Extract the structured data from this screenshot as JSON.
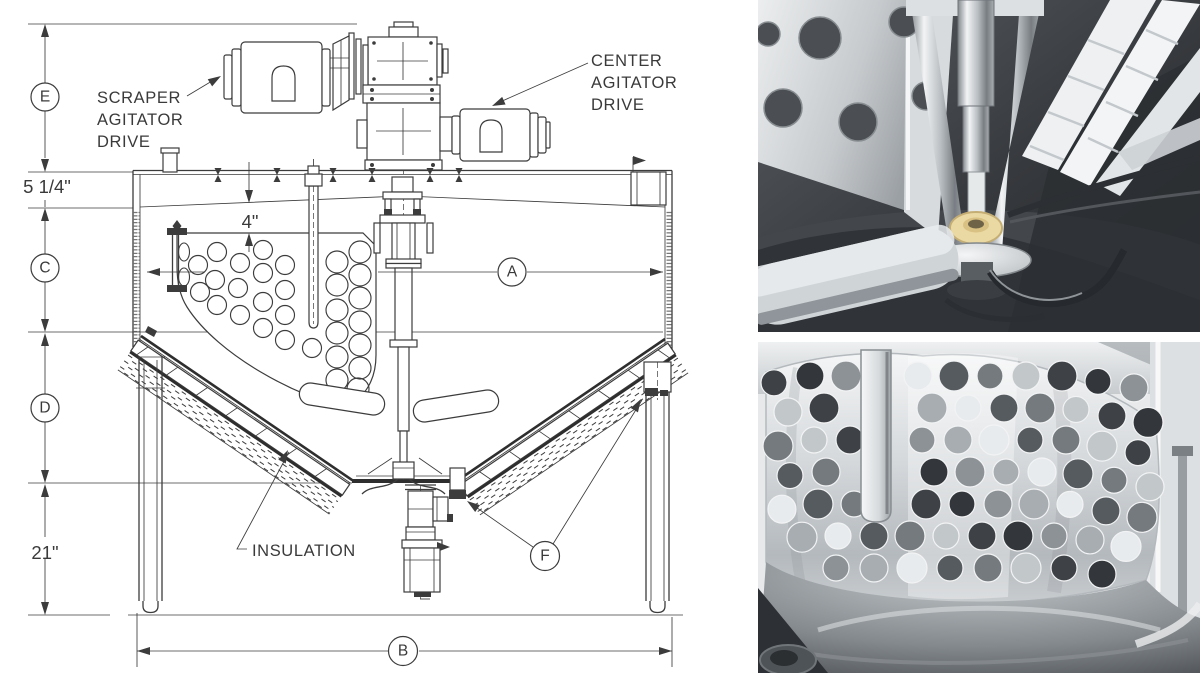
{
  "drawing": {
    "balloons": {
      "A": "A",
      "B": "B",
      "C": "C",
      "D": "D",
      "E": "E",
      "F": "F"
    },
    "dims": {
      "rim_height": "5 1/4\"",
      "leg_height": "21\"",
      "basket_drop": "4\""
    },
    "labels": {
      "scraper": [
        "SCRAPER",
        "AGITATOR",
        "DRIVE"
      ],
      "center": [
        "CENTER",
        "AGITATOR",
        "DRIVE"
      ],
      "insulation": "INSULATION"
    },
    "ink_color": "#3c3c3c"
  },
  "photos": {
    "top": {
      "name": "center-agitator-closeup",
      "bushing_color": "#ead9a2"
    },
    "bottom": {
      "name": "perforated-basket-closeup"
    }
  }
}
